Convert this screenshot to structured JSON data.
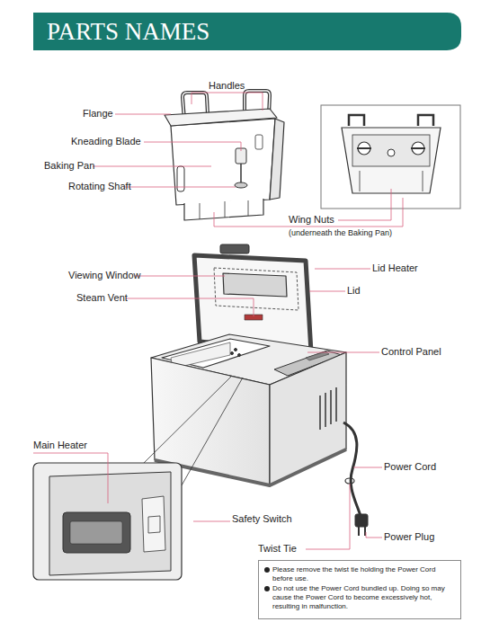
{
  "diagram": {
    "title": "PARTS NAMES",
    "nodes": [
      {
        "text": [
          "Please remove the twist tie holding the Power Cord before use.",
          "Do not use the Power Cord bundled up. Doing so may cause the Power Cord to become excessively hot, resulting in malfunction."
        ]
      }
    ],
    "labels": [
      "Handles",
      "Flange",
      "Kneading Blade",
      "Baking Pan",
      "Rotating Shaft",
      "Wing Nuts",
      "(underneath the Baking Pan)",
      "Viewing Window",
      "Lid Heater",
      "Lid",
      "Steam Vent",
      "Control Panel",
      "Main Heater",
      "Power Cord",
      "Safety Switch",
      "Power Plug",
      "Twist Tie"
    ]
  }
}
